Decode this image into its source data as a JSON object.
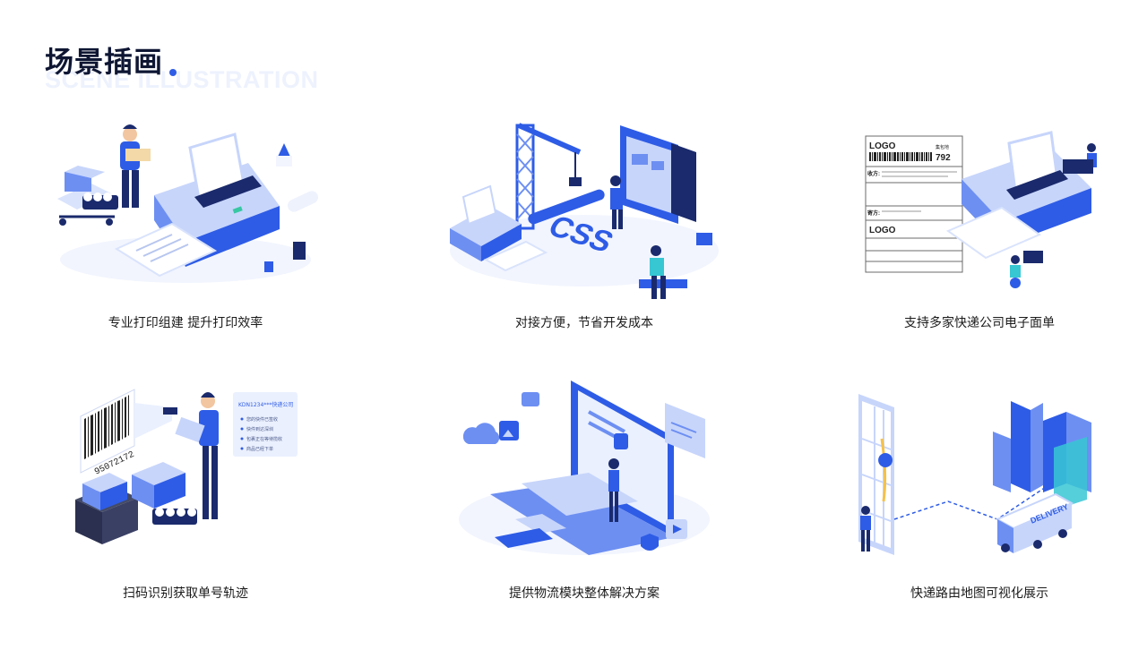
{
  "header": {
    "title": "场景插画",
    "subtitle": "SCENE ILLUSTRATION"
  },
  "colors": {
    "primary": "#2e5ce6",
    "mid": "#6d8ff2",
    "light": "#c7d5fb",
    "pale": "#eaf0fe",
    "dark": "#1a2a6c"
  },
  "scenes": [
    {
      "caption": "专业打印组建 提升打印效率"
    },
    {
      "caption": "对接方便，节省开发成本",
      "badge": "CSS"
    },
    {
      "caption": "支持多家快递公司电子面单",
      "label": {
        "logo_top": "LOGO",
        "code": "792",
        "code_label": "集包地",
        "recv": "收方:",
        "send": "寄方:",
        "logo_bottom": "LOGO"
      }
    },
    {
      "caption": "扫码识别获取单号轨迹",
      "barcode_number": "95072172",
      "tracking_card": {
        "title": "KDN1234***快递公司",
        "steps": [
          "您的快件已签收",
          "快件到达深圳",
          "包裹正在等待揽收",
          "商品已经下单"
        ]
      }
    },
    {
      "caption": "提供物流模块整体解决方案"
    },
    {
      "caption": "快递路由地图可视化展示",
      "truck_label": "DELIVERY"
    }
  ]
}
